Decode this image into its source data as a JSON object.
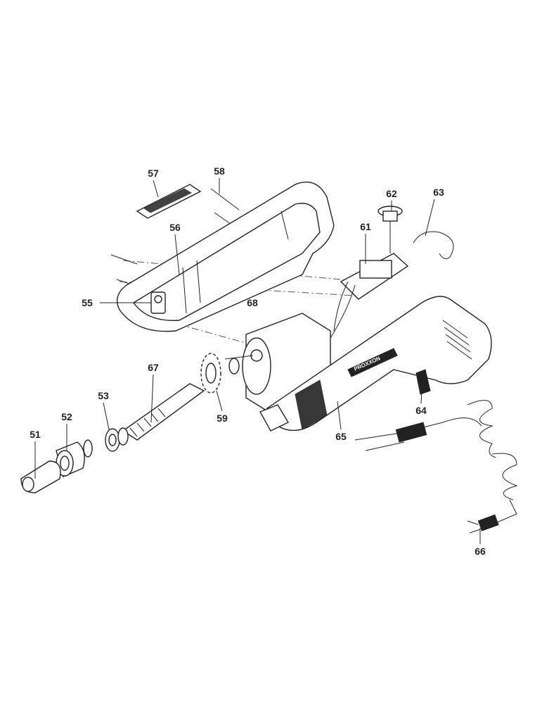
{
  "diagram": {
    "type": "exploded-parts-view",
    "brand_logo": "PROXXON",
    "parts": [
      {
        "id": "51",
        "label": "51"
      },
      {
        "id": "52",
        "label": "52"
      },
      {
        "id": "53",
        "label": "53"
      },
      {
        "id": "55",
        "label": "55"
      },
      {
        "id": "56",
        "label": "56"
      },
      {
        "id": "57",
        "label": "57"
      },
      {
        "id": "58",
        "label": "58"
      },
      {
        "id": "59",
        "label": "59"
      },
      {
        "id": "61",
        "label": "61"
      },
      {
        "id": "62",
        "label": "62"
      },
      {
        "id": "63",
        "label": "63"
      },
      {
        "id": "64",
        "label": "64"
      },
      {
        "id": "65",
        "label": "65"
      },
      {
        "id": "66",
        "label": "66"
      },
      {
        "id": "67",
        "label": "67"
      },
      {
        "id": "68",
        "label": "68"
      }
    ]
  }
}
